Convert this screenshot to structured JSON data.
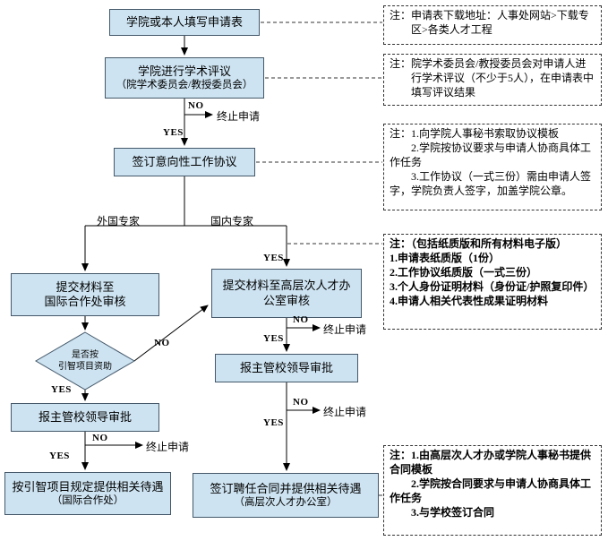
{
  "flow": {
    "box_apply": {
      "label": "学院或本人填写申请表"
    },
    "box_review": {
      "line1": "学院进行学术评议",
      "line2": "（院学术委员会/教授委员会）"
    },
    "box_agreement": {
      "label": "签订意向性工作协议"
    },
    "branch_left_label": "外国专家",
    "branch_right_label": "国内专家",
    "box_intl_review": {
      "line1": "提交材料至",
      "line2": "国际合作处审核"
    },
    "box_talent_review": {
      "line1": "提交材料至高层次人才办",
      "line2": "公室审核"
    },
    "diamond": {
      "line1": "是否按",
      "line2": "引智项目资助"
    },
    "box_leader_left": {
      "label": "报主管校领导审批"
    },
    "box_leader_right": {
      "label": "报主管校领导审批"
    },
    "box_benefit_left": {
      "line1": "按引智项目规定提供相关待遇",
      "line2": "（国际合作处）"
    },
    "box_contract_right": {
      "line1": "签订聘任合同并提供相关待遇",
      "line2": "（高层次人才办公室）"
    },
    "labels": {
      "yes": "YES",
      "no": "NO",
      "terminate": "终止申请"
    }
  },
  "notes": {
    "note1": {
      "paragraphs": [
        "注：申请表下载地址：人事处网站>下载专区>各类人才工程"
      ]
    },
    "note2": {
      "paragraphs": [
        "注：院学术委员会/教授委员会对申请人进行学术评议（不少于5人），在申请表中填写评议结果"
      ]
    },
    "note3": {
      "paragraphs": [
        "注：1.向学院人事秘书索取协议模板",
        "2.学院按协议要求与申请人协商具体工作任务",
        "3.工作协议（一式三份）需由申请人签字，学院负责人签字，加盖学院公章。"
      ]
    },
    "note4": {
      "paragraphs": [
        "注：（包括纸质版和所有材料电子版）",
        "1.申请表纸质版（1份）",
        "2.工作协议纸质版（一式三份）",
        "3.个人身份证明材料（身份证/护照复印件）",
        "4.申请人相关代表性成果证明材料"
      ]
    },
    "note5": {
      "paragraphs": [
        "注：1.由高层次人才办或学院人事秘书提供合同模板",
        "2.学院按合同要求与申请人协商具体工作任务",
        "3.与学校签订合同"
      ]
    }
  },
  "colors": {
    "box_fill": "#cde3f1",
    "box_border": "#44586a",
    "line": "#000000"
  }
}
